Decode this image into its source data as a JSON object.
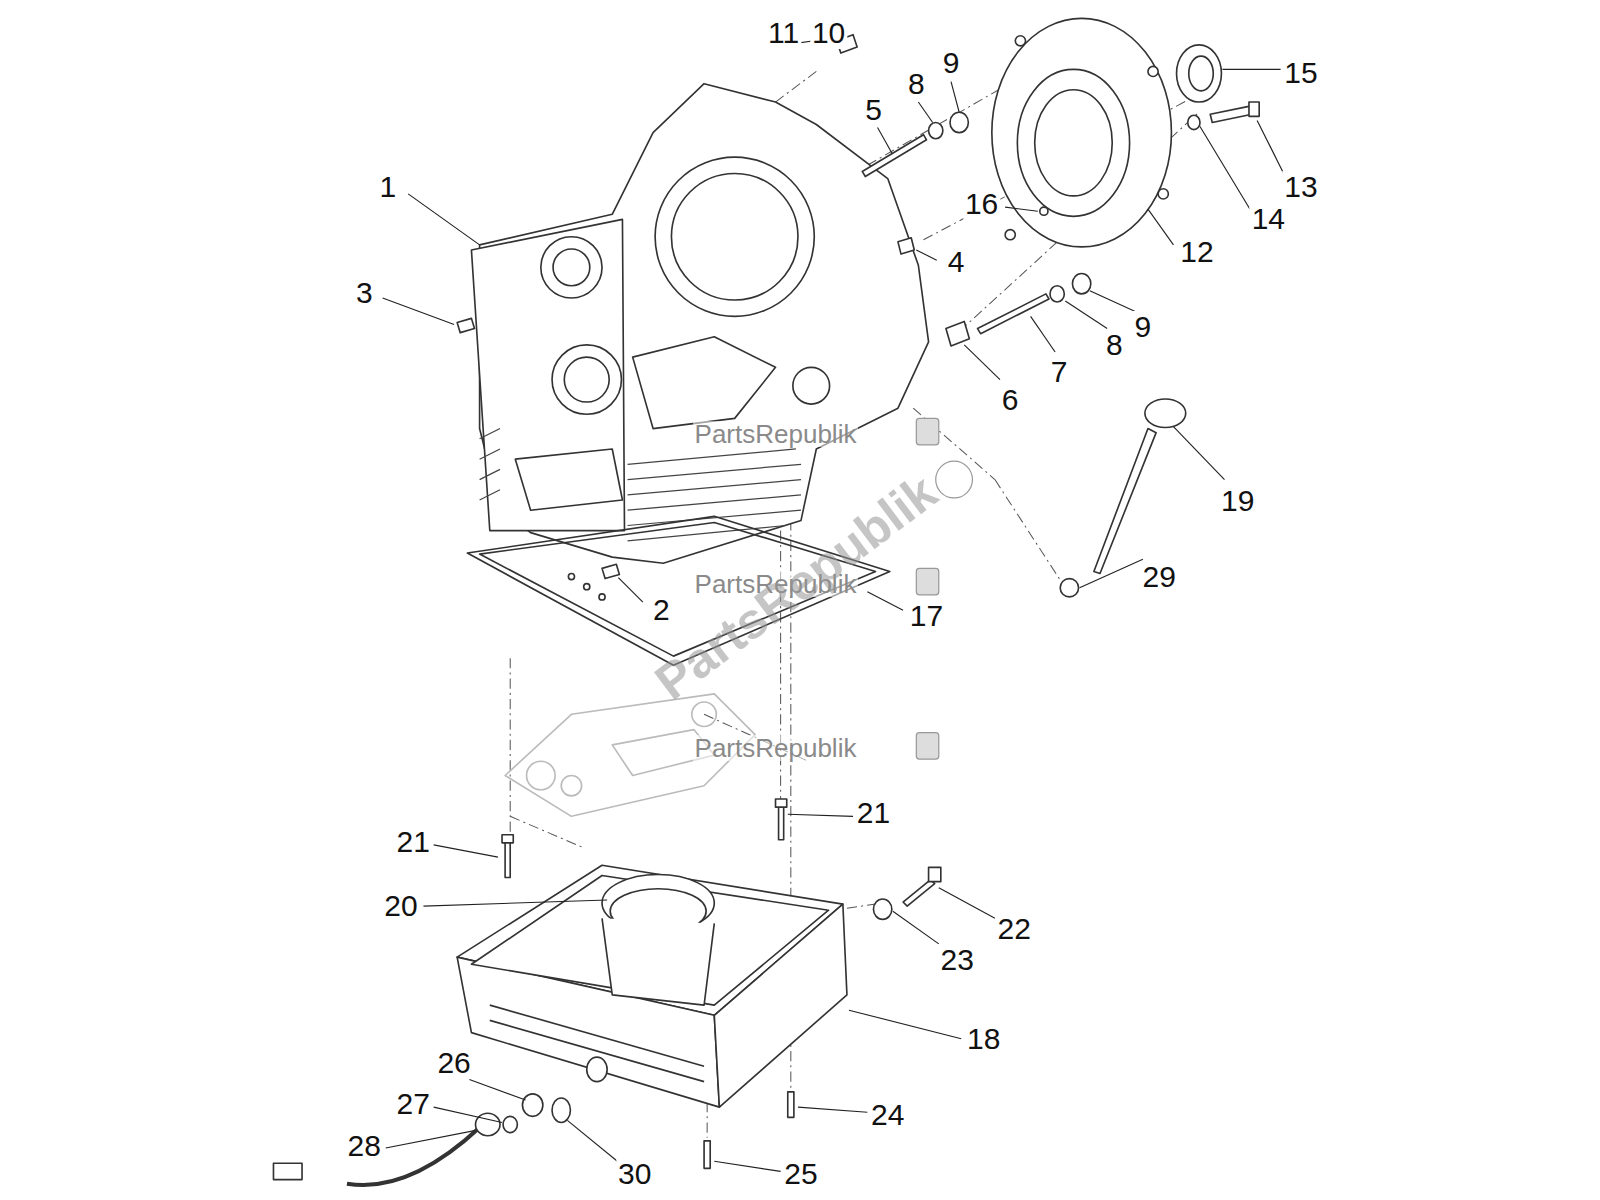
{
  "diagram": {
    "labels": [
      "11",
      "10",
      "9",
      "8",
      "5",
      "15",
      "1",
      "16",
      "13",
      "14",
      "12",
      "4",
      "3",
      "9",
      "8",
      "7",
      "6",
      "19",
      "29",
      "2",
      "17",
      "21",
      "21",
      "20",
      "22",
      "23",
      "18",
      "24",
      "26",
      "27",
      "28",
      "30",
      "25",
      "PartsRepublik",
      "PartsRepublik",
      "PartsRepublik",
      "PartsRepublik"
    ]
  }
}
